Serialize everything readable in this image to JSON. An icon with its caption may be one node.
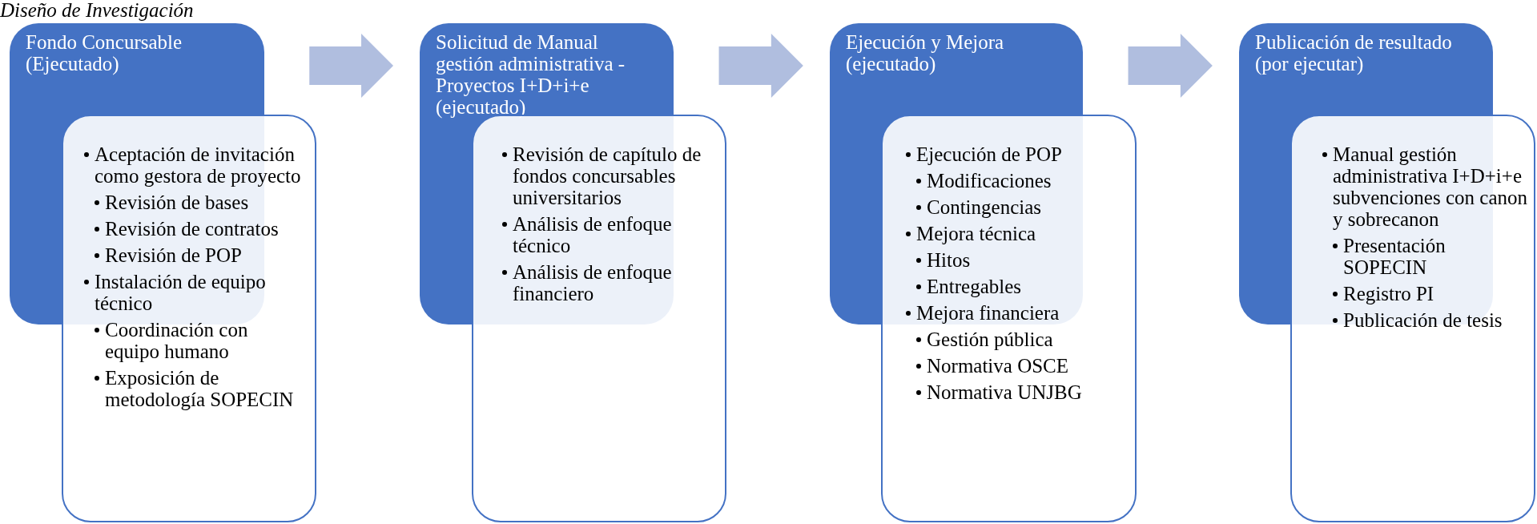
{
  "diagram": {
    "title": "Diseño de Investigación",
    "nodes": [
      {
        "text": [
          "Fondo Concursable (Ejecutado)"
        ]
      },
      {
        "text": [
          "Aceptación de invitación como gestora de proyecto",
          "Revisión de bases",
          "Revisión de contratos",
          "Revisión de POP",
          "Instalación de equipo técnico",
          "Coordinación con equipo humano",
          "Exposición de metodología SOPECIN"
        ]
      },
      {
        "text": [
          "Solicitud de Manual gestión administrativa - Proyectos I+D+i+e (ejecutado)"
        ]
      },
      {
        "text": [
          "Revisión de capítulo de fondos concursables universitarios",
          "Análisis de enfoque técnico",
          "Análisis de enfoque financiero"
        ]
      },
      {
        "text": [
          "Ejecución y Mejora (ejecutado)"
        ]
      },
      {
        "text": [
          "Ejecución de POP",
          "Modificaciones",
          "Contingencias",
          "Mejora técnica",
          "Hitos",
          "Entregables",
          "Mejora financiera",
          "Gestión pública",
          "Normativa OSCE",
          "Normativa UNJBG"
        ]
      },
      {
        "text": [
          "Publicación de resultado (por ejecutar)"
        ]
      },
      {
        "text": [
          "Manual gestión administrativa I+D+i+e subvenciones con canon y sobrecanon",
          "Presentación SOPECIN",
          "Registro PI",
          "Publicación de tesis"
        ]
      }
    ],
    "edges": [
      {
        "from": 0,
        "to": 2,
        "arrow": "to",
        "style": "thick"
      },
      {
        "from": 2,
        "to": 4,
        "arrow": "to",
        "style": "thick"
      },
      {
        "from": 4,
        "to": 6,
        "arrow": "to",
        "style": "thick"
      }
    ]
  }
}
